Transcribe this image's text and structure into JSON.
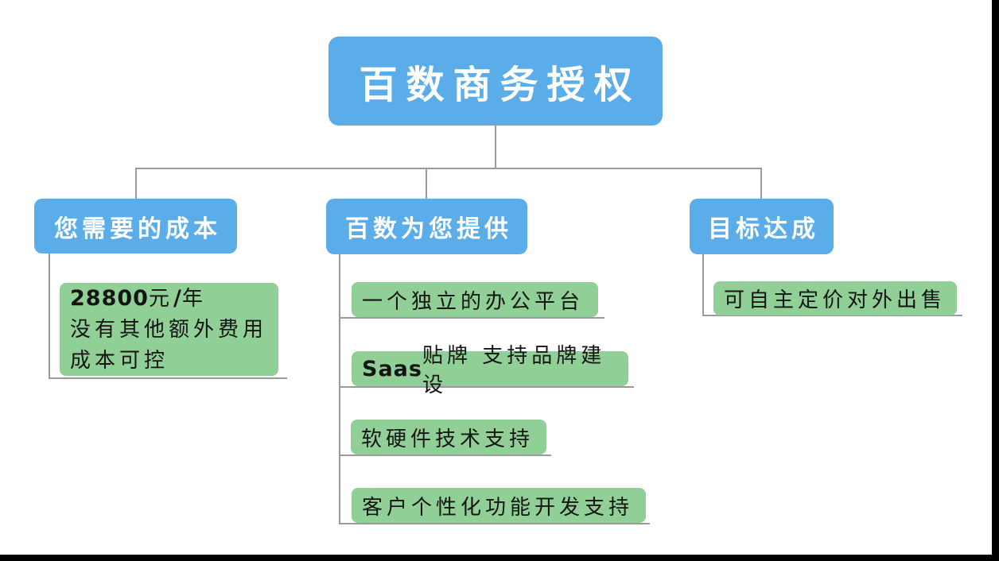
{
  "palette": {
    "node_blue": "#5aade8",
    "node_green": "#90d096",
    "connector_gray": "#9a9a9a",
    "frame_black": "#000000",
    "title_text": "#ffffff",
    "body_text": "#141414"
  },
  "diagram": {
    "root": "百数商务授权",
    "branches": {
      "cost": {
        "title": "您需要的成本",
        "detail": {
          "price_number": "28800",
          "price_unit": "元",
          "price_slash": "/",
          "price_per": "年",
          "line2": "没有其他额外费用",
          "line3": "成本可控"
        }
      },
      "provide": {
        "title": "百数为您提供",
        "items": {
          "item1": "一个独立的办公平台",
          "item2_bold": "Saas",
          "item2_rest": "贴牌 支持品牌建设",
          "item3": "软硬件技术支持",
          "item4": "客户个性化功能开发支持"
        }
      },
      "goal": {
        "title": "目标达成",
        "item": "可自主定价对外出售"
      }
    }
  }
}
